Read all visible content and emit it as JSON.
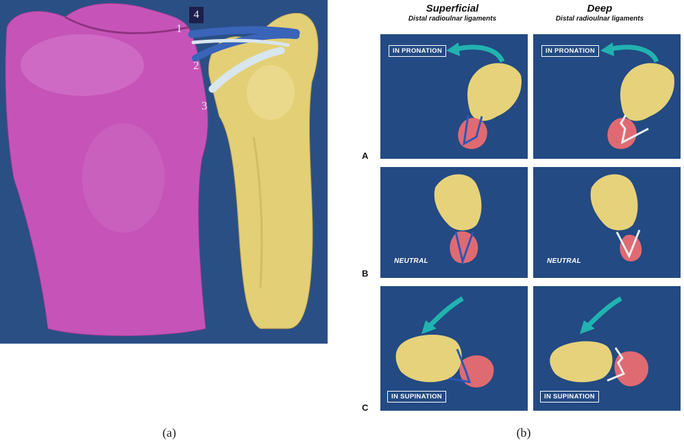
{
  "panel_a": {
    "caption": "(a)",
    "labels": [
      "1",
      "2",
      "3",
      "4"
    ],
    "colors": {
      "background": "#2a4f85",
      "radius_bone": "#c654b8",
      "ulna_bone": "#e3cf75",
      "ligament_dark": "#3a64b8",
      "ligament_light": "#d8e6ee"
    }
  },
  "panel_b": {
    "caption": "(b)",
    "columns": [
      {
        "title": "Superficial",
        "subtitle": "Distal radioulnar ligaments"
      },
      {
        "title": "Deep",
        "subtitle": "Distal radioulnar ligaments"
      }
    ],
    "rows": [
      {
        "letter": "A",
        "state": "IN PRONATION"
      },
      {
        "letter": "B",
        "state": "NEUTRAL"
      },
      {
        "letter": "C",
        "state": "IN SUPINATION"
      }
    ],
    "colors": {
      "background": "#234a82",
      "arrow": "#21b3b0",
      "bone_yellow": "#e6d27a",
      "bone_red": "#e06a72",
      "lig_superficial": "#2b57b8",
      "lig_deep": "#e8f0f2"
    }
  }
}
